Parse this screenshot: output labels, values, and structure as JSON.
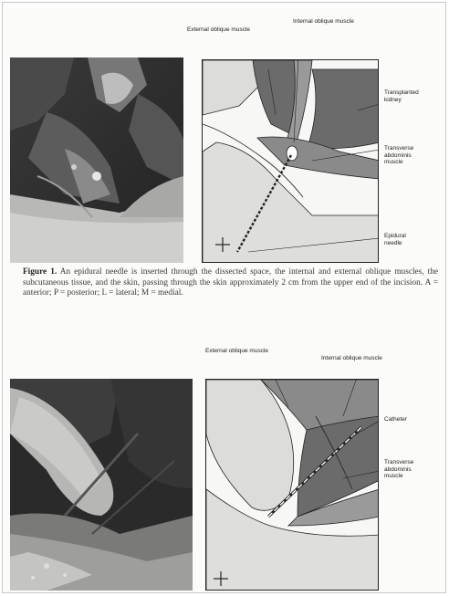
{
  "figure1": {
    "labels": {
      "external_oblique": "External oblique muscle",
      "internal_oblique": "Internal oblique muscle",
      "kidney": [
        "Transplanted",
        "kidney"
      ],
      "transverse": [
        "Transverse",
        "abdominis",
        "muscle"
      ],
      "needle": [
        "Epidural",
        "needle"
      ]
    },
    "caption_label": "Figure 1.",
    "caption_text": "An epidural needle is inserted through the dissected space, the internal and external oblique muscles, the subcutaneous tissue, and the skin, passing through the skin approximately 2 cm from the upper end of the incision. A = anterior; P = posterior; L = lateral; M = medial."
  },
  "figure2": {
    "labels": {
      "external_oblique": "External oblique muscle",
      "internal_oblique": "Internal oblique muscle",
      "catheter": "Catheter",
      "transverse": [
        "Transverse",
        "abdominis",
        "muscle"
      ]
    }
  },
  "colors": {
    "muscle_dark": "#6b6b6b",
    "muscle_mid": "#9a9a9a",
    "tissue_light": "#d9d9d6",
    "outline": "#222222"
  }
}
